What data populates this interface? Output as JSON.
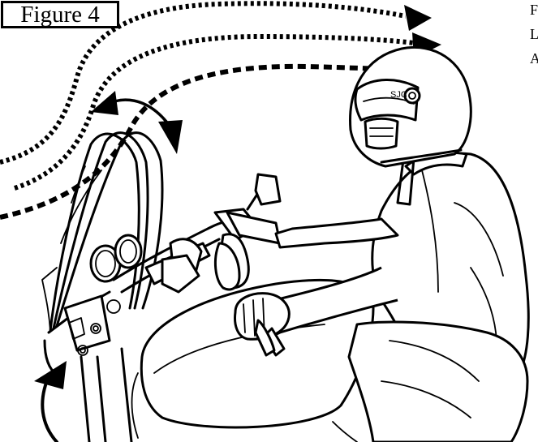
{
  "figure": {
    "label": "Figure 4"
  },
  "helmet_logo": "SJC",
  "edge_text": [
    "F",
    "L",
    "A"
  ]
}
